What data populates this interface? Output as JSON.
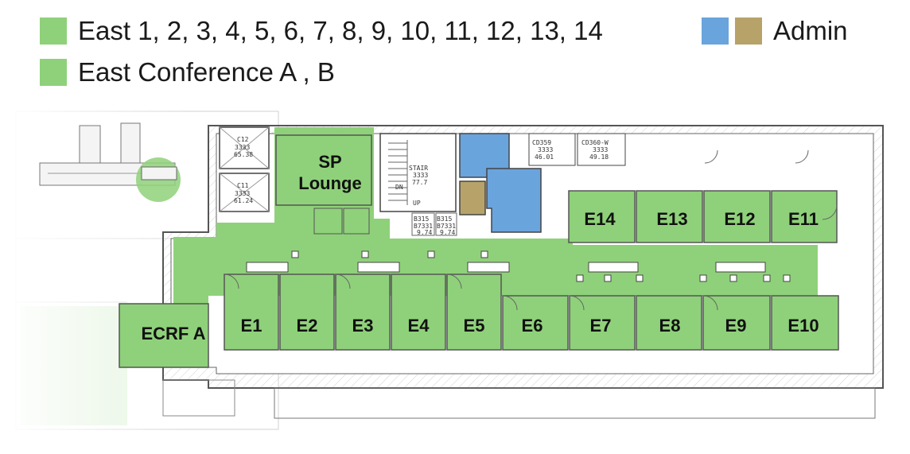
{
  "legend": {
    "east_rooms": "East 1, 2, 3, 4, 5, 6, 7, 8, 9, 10, 11, 12, 13, 14",
    "east_conference": "East Conference A , B",
    "admin": "Admin"
  },
  "colors": {
    "east_green": "#8fd17a",
    "admin_blue": "#6aa4dd",
    "admin_tan": "#b7a36a",
    "wall": "#555555",
    "hatch": "#cfcfcf"
  },
  "rooms": {
    "sp_lounge_line1": "SP",
    "sp_lounge_line2": "Lounge",
    "ecrf_a": "ECRF A",
    "e1": "E1",
    "e2": "E2",
    "e3": "E3",
    "e4": "E4",
    "e5": "E5",
    "e6": "E6",
    "e7": "E7",
    "e8": "E8",
    "e9": "E9",
    "e10": "E10",
    "e11": "E11",
    "e12": "E12",
    "e13": "E13",
    "e14": "E14"
  },
  "small_labels": {
    "c12": "C12",
    "c12_a": "3333",
    "c12_b": "65.38",
    "c11": "C11",
    "c11_a": "3333",
    "c11_b": "61.24",
    "stair": "STAIR",
    "stair_a": "3333",
    "stair_b": "77.7",
    "dn": "DN",
    "up": "UP",
    "cd359": "CD359",
    "cd359_a": "3333",
    "cd359_b": "46.01",
    "cd360": "CD360-W",
    "cd360_a": "3333",
    "cd360_b": "49.18",
    "r315a": "B315",
    "r315a_a": "B7331",
    "r315a_b": "9.74",
    "r315b": "B315",
    "r315b_a": "B7331",
    "r315b_b": "9.74"
  }
}
